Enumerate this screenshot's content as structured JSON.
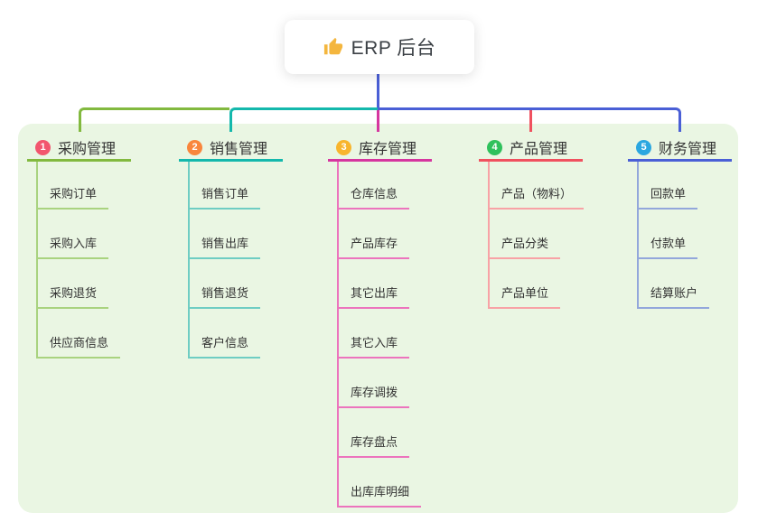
{
  "root": {
    "icon": "thumbs-up-icon",
    "icon_color": "#f4b63e",
    "label": "ERP 后台",
    "line_color": "#4a5fd6"
  },
  "panel": {
    "background": "#eaf6e3"
  },
  "branches": [
    {
      "number": "1",
      "title": "采购管理",
      "badge_color": "#f2566e",
      "line_color": "#82b93f",
      "child_line_color": "#a9d37f",
      "children": [
        "采购订单",
        "采购入库",
        "采购退货",
        "供应商信息"
      ]
    },
    {
      "number": "2",
      "title": "销售管理",
      "badge_color": "#f9863c",
      "line_color": "#14b8ac",
      "child_line_color": "#6fcdc3",
      "children": [
        "销售订单",
        "销售出库",
        "销售退货",
        "客户信息"
      ]
    },
    {
      "number": "3",
      "title": "库存管理",
      "badge_color": "#f8b52d",
      "line_color": "#d6369f",
      "child_line_color": "#ec74bd",
      "children": [
        "仓库信息",
        "产品库存",
        "其它出库",
        "其它入库",
        "库存调拨",
        "库存盘点",
        "出库库明细"
      ]
    },
    {
      "number": "4",
      "title": "产品管理",
      "badge_color": "#2fc15c",
      "line_color": "#f0515f",
      "child_line_color": "#f8a2a6",
      "children": [
        "产品（物料）",
        "产品分类",
        "产品单位"
      ]
    },
    {
      "number": "5",
      "title": "财务管理",
      "badge_color": "#2ba7e0",
      "line_color": "#4a5fd6",
      "child_line_color": "#93a7db",
      "children": [
        "回款单",
        "付款单",
        "结算账户"
      ]
    }
  ]
}
